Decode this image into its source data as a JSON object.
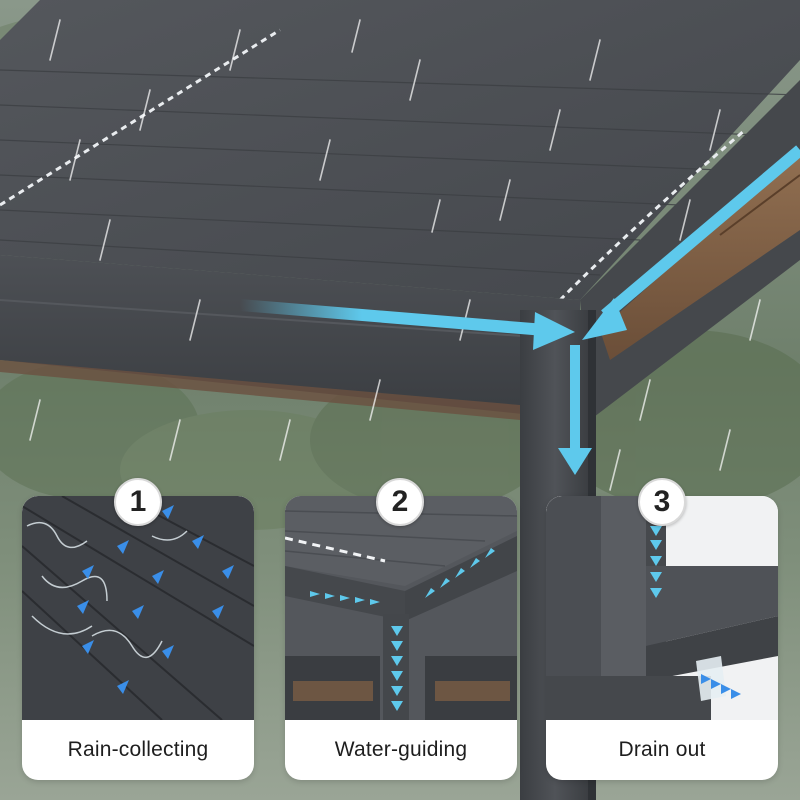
{
  "steps": [
    {
      "number": "1",
      "caption": "Rain-collecting"
    },
    {
      "number": "2",
      "caption": "Water-guiding"
    },
    {
      "number": "3",
      "caption": "Drain out"
    }
  ],
  "colors": {
    "roof": "#4a4d52",
    "frame": "#3f4247",
    "arrow": "#5ec9ec",
    "wood": "#8a6546",
    "panel_bg": "#ffffff"
  },
  "icons": [
    "flow-arrow-icon",
    "chevron-arrow-icon"
  ]
}
